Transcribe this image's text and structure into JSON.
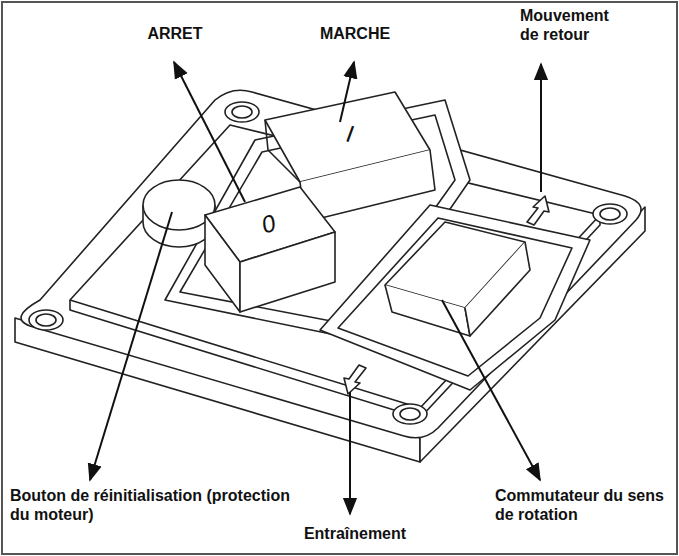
{
  "diagram": {
    "labels": [
      "ARRET",
      "MARCHE",
      "Mouvement de retour",
      "0",
      "I",
      "Bouton de réinitialisation (protection du moteur)",
      "Entraînement",
      "Commutateur du sens de rotation"
    ]
  }
}
